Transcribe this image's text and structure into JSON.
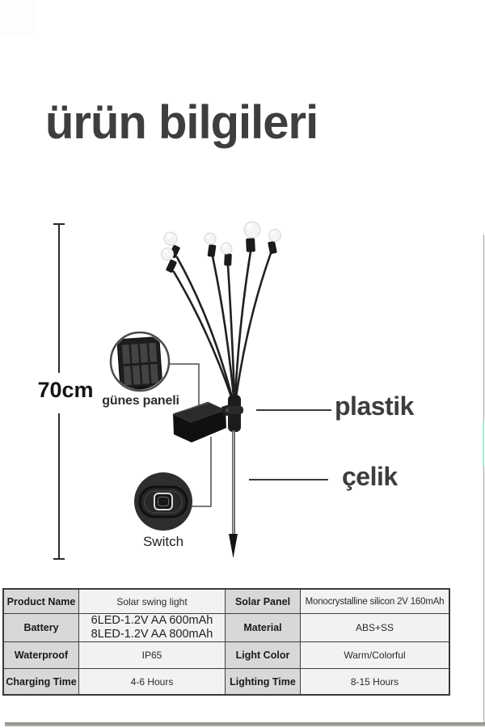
{
  "page": {
    "title": "ürün bilgileri"
  },
  "diagram": {
    "height_label": "70cm",
    "solar_panel_label": "günes paneli",
    "switch_label": "Switch",
    "plastic_label": "plastik",
    "steel_label": "çelik",
    "bulb_count": 6
  },
  "spec_table": {
    "rows": [
      {
        "label1": "Product Name",
        "value1": "Solar swing light",
        "label2": "Solar Panel",
        "value2": "Monocrystalline silicon 2V 160mAh"
      },
      {
        "label1": "Battery",
        "value1_line1": "6LED-1.2V AA 600mAh",
        "value1_line2": "8LED-1.2V AA 800mAh",
        "label2": "Material",
        "value2": "ABS+SS"
      },
      {
        "label1": "Waterproof",
        "value1": "IP65",
        "label2": "Light Color",
        "value2": "Warm/Colorful"
      },
      {
        "label1": "Charging Time",
        "value1": "4-6 Hours",
        "label2": "Lighting Time",
        "value2": "8-15 Hours"
      }
    ]
  },
  "colors": {
    "title_text": "#3e3e3e",
    "label_text": "#3d3d3d",
    "table_label_bg": "#d8d8d8",
    "table_value_bg": "#f2f2f1",
    "table_border": "#3a3a3a",
    "product_dark": "#1c1c1c"
  }
}
